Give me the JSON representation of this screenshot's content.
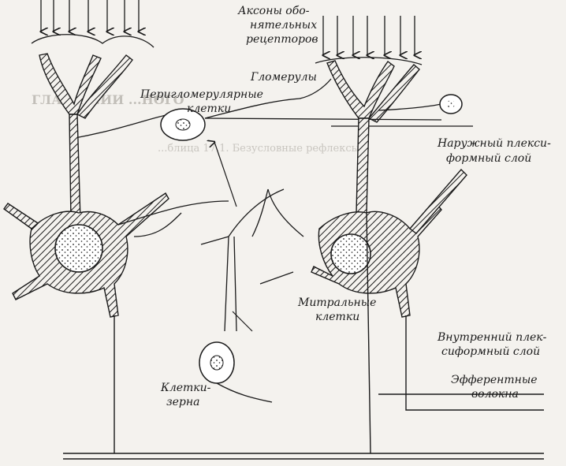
{
  "labels": {
    "axons": [
      "Аксоны обо-",
      "нятельных",
      "рецепторов"
    ],
    "glomeruli": "Гломерулы",
    "periglomerular": [
      "Перигломерулярные",
      "клетки"
    ],
    "outer_plexiform": [
      "Наружный плекси-",
      "формный слой"
    ],
    "mitral": [
      "Митральные",
      "клетки"
    ],
    "inner_plexiform": [
      "Внутренний плек-",
      "сиформный слой"
    ],
    "granule": [
      "Клетки-",
      "зерна"
    ],
    "efferent": [
      "Эфферентные",
      "волокна"
    ]
  },
  "background_text": {
    "title": "ГЛАВА   ...ИИ   ...НОГО",
    "caption": "...блица 17.1. Безусловные рефлексы"
  },
  "colors": {
    "ink": "#1a1a1a",
    "paper": "#f4f2ee",
    "ghost_text": "#c9c6c0"
  }
}
